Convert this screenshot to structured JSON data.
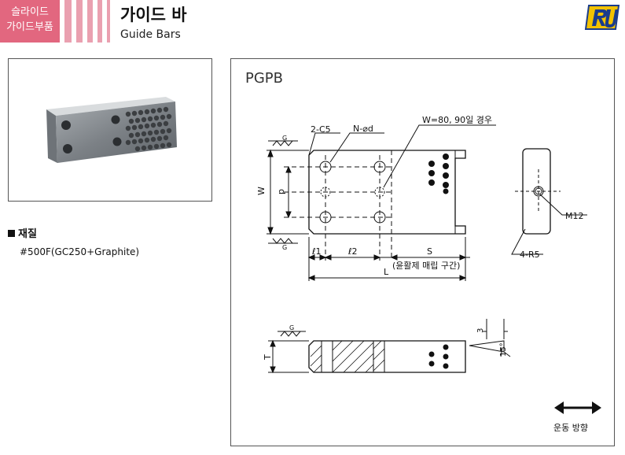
{
  "header": {
    "category_line1": "슬라이드",
    "category_line2": "가이드부품",
    "title_ko": "가이드 바",
    "title_en": "Guide Bars",
    "brand_color": "#e2677f",
    "logo_color": "#f2c200"
  },
  "material": {
    "heading": "재질",
    "value": "#500F(GC250+Graphite)"
  },
  "drawing": {
    "model_code": "PGPB",
    "labels": {
      "chamfer": "2-C5",
      "holes": "N-⌀d",
      "note_w": "W=80, 90일 경우",
      "grind_top": "G",
      "grind_bottom": "G",
      "grind_side": "G",
      "width": "W",
      "pitch": "p",
      "l1": "ℓ1",
      "l2": "ℓ2",
      "s": "S",
      "s_note": "(윤활제 매립 구간)",
      "length": "L",
      "thread": "M12",
      "radius": "4-R5",
      "thickness": "T",
      "dim_3": "3",
      "dim_15": "15°"
    },
    "direction_label": "운동 방향"
  }
}
